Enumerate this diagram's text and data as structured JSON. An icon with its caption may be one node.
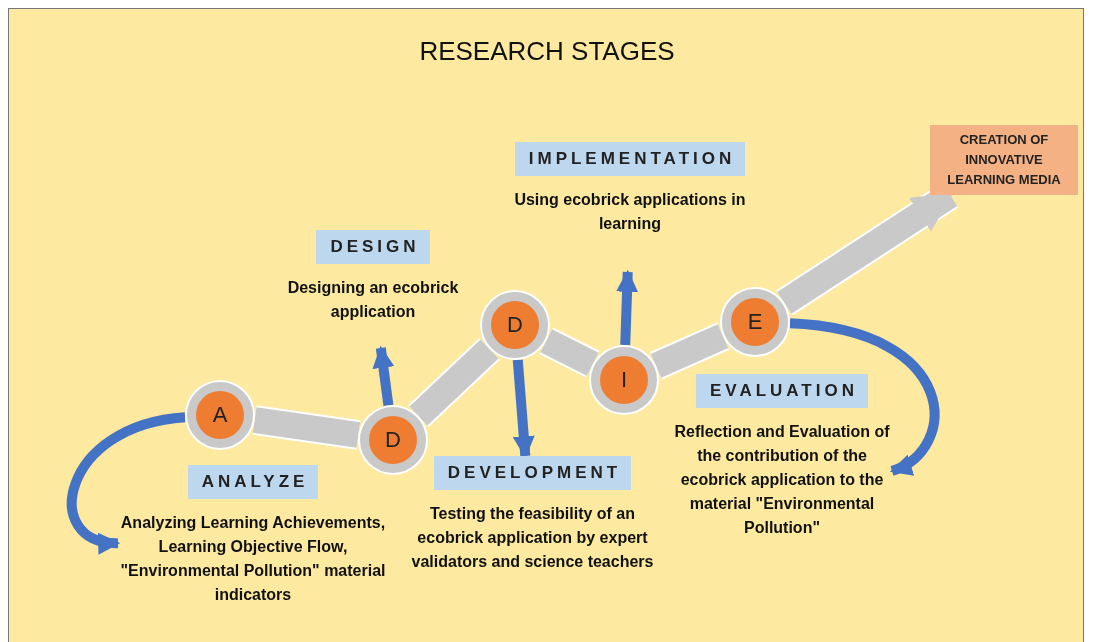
{
  "diagram": {
    "title": "RESEARCH STAGES",
    "nodes": [
      {
        "text": [
          "A"
        ]
      },
      {
        "text": [
          "D"
        ]
      },
      {
        "text": [
          "D"
        ]
      },
      {
        "text": [
          "I"
        ]
      },
      {
        "text": [
          "E"
        ]
      },
      {
        "text": [
          "ANALYZE",
          "Analyzing Learning Achievements, Learning Objective Flow, \"Environmental Pollution\" material indicators"
        ]
      },
      {
        "text": [
          "DESIGN",
          "Designing an ecobrick application"
        ]
      },
      {
        "text": [
          "DEVELOPMENT",
          "Testing the feasibility of an ecobrick application by expert validators and science teachers"
        ]
      },
      {
        "text": [
          "IMPLEMENTATION",
          "Using ecobrick applications in learning"
        ]
      },
      {
        "text": [
          "EVALUATION",
          "Reflection and Evaluation of the contribution of the ecobrick application to the material \"Environmental Pollution\""
        ]
      },
      {
        "text": [
          "CREATION OF INNOVATIVE LEARNING MEDIA"
        ]
      }
    ],
    "edges": [
      {
        "from": 0,
        "to": 1,
        "arrow": "none",
        "style": "thick"
      },
      {
        "from": 1,
        "to": 2,
        "arrow": "none",
        "style": "thick"
      },
      {
        "from": 2,
        "to": 3,
        "arrow": "none",
        "style": "thick"
      },
      {
        "from": 3,
        "to": 4,
        "arrow": "none",
        "style": "thick"
      },
      {
        "from": 4,
        "to": 10,
        "arrow": "to",
        "style": "thick"
      },
      {
        "from": 0,
        "to": 5,
        "arrow": "to",
        "color": "#4472c4"
      },
      {
        "from": 1,
        "to": 6,
        "arrow": "to",
        "color": "#4472c4"
      },
      {
        "from": 2,
        "to": 7,
        "arrow": "to",
        "color": "#4472c4"
      },
      {
        "from": 3,
        "to": 8,
        "arrow": "to",
        "color": "#4472c4"
      },
      {
        "from": 4,
        "to": 9,
        "arrow": "to",
        "color": "#4472c4"
      }
    ]
  }
}
